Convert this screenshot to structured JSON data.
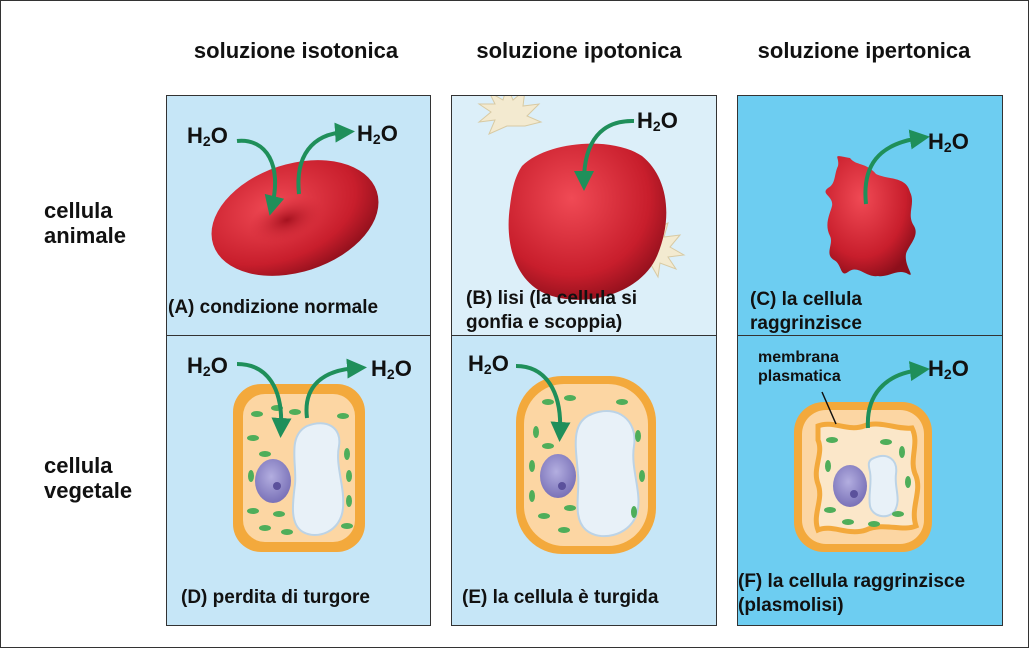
{
  "columns": {
    "isotonic": "soluzione isotonica",
    "hypotonic": "soluzione ipotonica",
    "hypertonic": "soluzione ipertonica"
  },
  "rows": {
    "animal": [
      "cellula",
      "animale"
    ],
    "plant": [
      "cellula",
      "vegetale"
    ]
  },
  "water": {
    "main": "H",
    "sub": "2",
    "end": "O"
  },
  "captions": {
    "a": [
      "(A) condizione normale"
    ],
    "b": [
      "(B) lisi (la cellula si",
      "gonfia e scoppia)"
    ],
    "c": [
      "(C) la cellula",
      "raggrinzisce"
    ],
    "d": [
      "(D) perdita di turgore"
    ],
    "e": [
      "(E) la cellula è turgida"
    ],
    "f": [
      "(F) la cellula raggrinzisce",
      "(plasmolisi)"
    ]
  },
  "membrane_label": [
    "membrana",
    "plasmatica"
  ],
  "colors": {
    "panel_light": "#c6e6f7",
    "panel_lighter": "#dceff9",
    "panel_dark": "#6dcdf1",
    "blood_red": "#c81e2c",
    "cell_wall": "#f3a93c",
    "cytoplasm": "#fcd6a3",
    "chloroplast": "#4fae5a",
    "nucleus": "#8e86c7",
    "vacuole": "#e8f1f8",
    "arrow_green": "#1f8f5a"
  }
}
